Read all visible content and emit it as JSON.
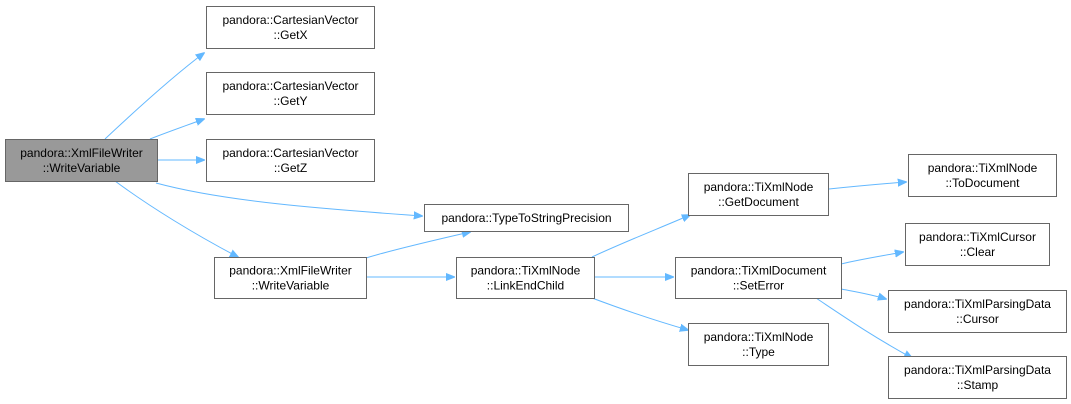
{
  "nodes": [
    {
      "id": "n1",
      "lines": [
        "pandora::XmlFileWriter",
        "::WriteVariable"
      ],
      "root": true
    },
    {
      "id": "n2",
      "lines": [
        "pandora::CartesianVector",
        "::GetX"
      ]
    },
    {
      "id": "n3",
      "lines": [
        "pandora::CartesianVector",
        "::GetY"
      ]
    },
    {
      "id": "n4",
      "lines": [
        "pandora::CartesianVector",
        "::GetZ"
      ]
    },
    {
      "id": "n5",
      "lines": [
        "pandora::TypeToStringPrecision"
      ]
    },
    {
      "id": "n6",
      "lines": [
        "pandora::XmlFileWriter",
        "::WriteVariable"
      ]
    },
    {
      "id": "n7",
      "lines": [
        "pandora::TiXmlNode",
        "::LinkEndChild"
      ]
    },
    {
      "id": "n8",
      "lines": [
        "pandora::TiXmlNode",
        "::GetDocument"
      ]
    },
    {
      "id": "n9",
      "lines": [
        "pandora::TiXmlNode",
        "::ToDocument"
      ]
    },
    {
      "id": "n10",
      "lines": [
        "pandora::TiXmlDocument",
        "::SetError"
      ]
    },
    {
      "id": "n11",
      "lines": [
        "pandora::TiXmlCursor",
        "::Clear"
      ]
    },
    {
      "id": "n12",
      "lines": [
        "pandora::TiXmlParsingData",
        "::Cursor"
      ]
    },
    {
      "id": "n13",
      "lines": [
        "pandora::TiXmlParsingData",
        "::Stamp"
      ]
    },
    {
      "id": "n14",
      "lines": [
        "pandora::TiXmlNode",
        "::Type"
      ]
    }
  ],
  "edges": [
    {
      "from": "n1",
      "to": "n2"
    },
    {
      "from": "n1",
      "to": "n3"
    },
    {
      "from": "n1",
      "to": "n4"
    },
    {
      "from": "n1",
      "to": "n5"
    },
    {
      "from": "n1",
      "to": "n6"
    },
    {
      "from": "n6",
      "to": "n5"
    },
    {
      "from": "n6",
      "to": "n7"
    },
    {
      "from": "n7",
      "to": "n8"
    },
    {
      "from": "n7",
      "to": "n10"
    },
    {
      "from": "n7",
      "to": "n14"
    },
    {
      "from": "n8",
      "to": "n9"
    },
    {
      "from": "n10",
      "to": "n11"
    },
    {
      "from": "n10",
      "to": "n12"
    },
    {
      "from": "n10",
      "to": "n13"
    }
  ],
  "colors": {
    "edge": "#63b8ff",
    "root_fill": "#999999",
    "node_fill": "#ffffff",
    "node_border": "#666666"
  }
}
